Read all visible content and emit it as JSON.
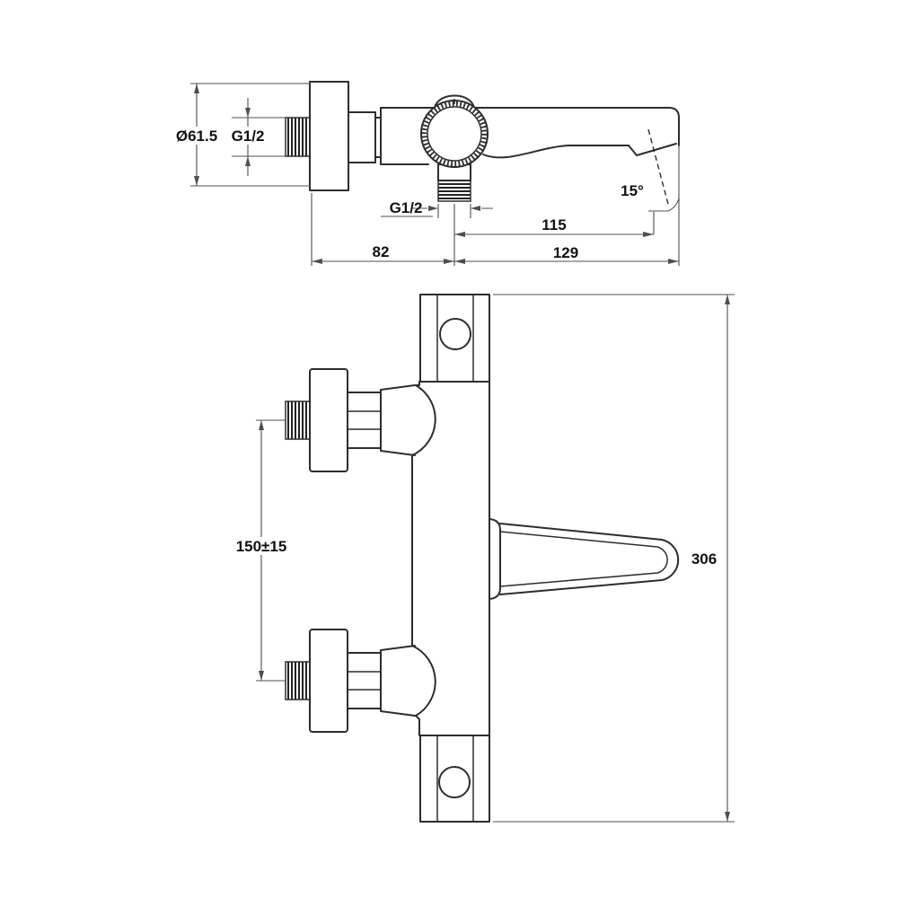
{
  "drawing": {
    "side_view": {
      "flange_diameter": "Ø61.5",
      "inlet_thread": "G1/2",
      "outlet_thread": "G1/2",
      "spout_angle": "15°",
      "dim_outlet_to_stream": "115",
      "dim_outlet_to_spout_end": "129",
      "dim_wall_to_outlet": "82"
    },
    "front_view": {
      "dim_inlet_spacing": "150±15",
      "dim_overall_height": "306"
    },
    "colors": {
      "outline": "#2d2d2d",
      "dimension": "#4f4f4f",
      "text": "#111111",
      "background": "#ffffff"
    }
  }
}
